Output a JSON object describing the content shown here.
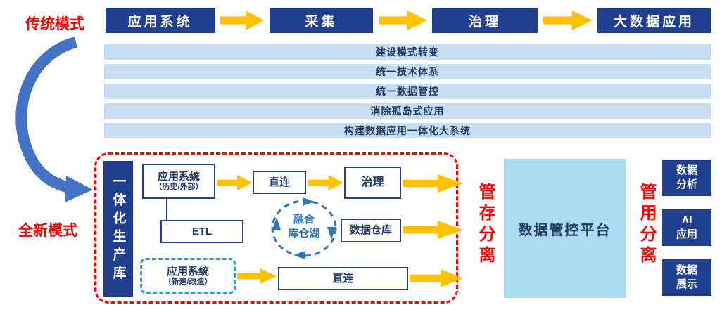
{
  "colors": {
    "dark_blue": "#203F8F",
    "navy_text": "#1F3864",
    "light_bar": "#C7DDF2",
    "platform_bg": "#A9DBF2",
    "arrow_yellow": "#FFC000",
    "accent_red": "#FF0000",
    "curve_blue": "#4472C4",
    "cycle_blue": "#2E75B6",
    "dashed_cyan": "#2E9BD6"
  },
  "traditional": {
    "label": "传统模式",
    "stages": [
      "应用系统",
      "采集",
      "治理",
      "大数据应用"
    ]
  },
  "transform_bars": [
    "建设模式转变",
    "统一技术体系",
    "统一数据管控",
    "消除孤岛式应用",
    "构建数据应用一体化大系统"
  ],
  "new_mode": {
    "label": "全新模式",
    "production_db": "一体化生产库",
    "app_hist": {
      "title": "应用系统",
      "subtitle": "（历史/外部）"
    },
    "direct_top": "直连",
    "governance": "治理",
    "etl": "ETL",
    "fusion": {
      "line1": "融合",
      "line2": "库仓湖"
    },
    "warehouse": "数据仓库",
    "app_new": {
      "title": "应用系统",
      "subtitle": "（新建/改造）"
    },
    "direct_bottom": "直连"
  },
  "right_panel": {
    "storage_sep": "管存分离",
    "platform": "数据管控平台",
    "usage_sep": "管用分离",
    "apps": [
      {
        "line1": "数据",
        "line2": "分析"
      },
      {
        "line1": "AI",
        "line2": "应用"
      },
      {
        "line1": "数据",
        "line2": "展示"
      }
    ]
  }
}
